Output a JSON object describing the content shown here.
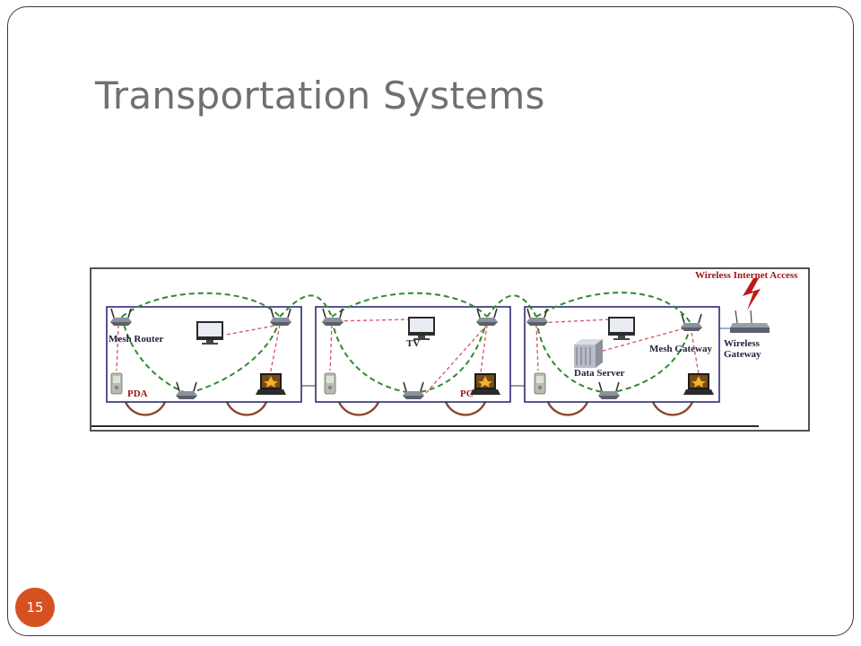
{
  "slide": {
    "title": "Transportation Systems",
    "page_number": "15"
  },
  "diagram": {
    "labels": {
      "wireless_internet_access": "Wireless Internet Access",
      "mesh_router": "Mesh Router",
      "tv": "TV",
      "mesh_gateway": "Mesh Gateway",
      "wireless_gateway_line1": "Wireless",
      "wireless_gateway_line2": "Gateway",
      "data_server": "Data Server",
      "pda": "PDA",
      "pc": "PC"
    },
    "colors": {
      "car_outline": "#2b2b7a",
      "mesh_link": "#2e8b2e",
      "client_link": "#d8506a",
      "wheel": "#8b4a2a",
      "lightning": "#c01818"
    },
    "icons": [
      "router-icon",
      "monitor-icon",
      "laptop-icon",
      "pda-icon",
      "server-icon",
      "gateway-icon",
      "lightning-icon"
    ]
  }
}
